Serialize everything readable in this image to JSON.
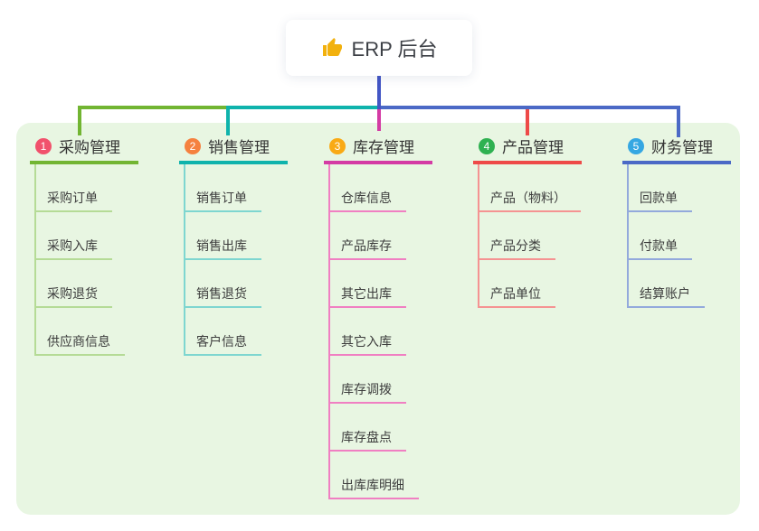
{
  "root": {
    "label": "ERP 后台",
    "icon": "thumbs-up-icon",
    "icon_color": "#f2b10e"
  },
  "colors": {
    "panel_background": "#e8f6e2",
    "root_connector": "#4356c5"
  },
  "branches": [
    {
      "index": "1",
      "label": "采购管理",
      "badge_color": "#f1516c",
      "line_color": "#72b532",
      "light_line_color": "#b5db96",
      "children": [
        "采购订单",
        "采购入库",
        "采购退货",
        "供应商信息"
      ]
    },
    {
      "index": "2",
      "label": "销售管理",
      "badge_color": "#f5813f",
      "line_color": "#0fb3ac",
      "light_line_color": "#7ed6d0",
      "children": [
        "销售订单",
        "销售出库",
        "销售退货",
        "客户信息"
      ]
    },
    {
      "index": "3",
      "label": "库存管理",
      "badge_color": "#f9aa15",
      "line_color": "#d43ba4",
      "light_line_color": "#f07fc2",
      "children": [
        "仓库信息",
        "产品库存",
        "其它出库",
        "其它入库",
        "库存调拨",
        "库存盘点",
        "出库库明细"
      ]
    },
    {
      "index": "4",
      "label": "产品管理",
      "badge_color": "#2fb151",
      "line_color": "#ee4a48",
      "light_line_color": "#f59392",
      "children": [
        "产品（物料）",
        "产品分类",
        "产品单位"
      ]
    },
    {
      "index": "5",
      "label": "财务管理",
      "badge_color": "#35a7e2",
      "line_color": "#4b69c6",
      "light_line_color": "#93a9dc",
      "children": [
        "回款单",
        "付款单",
        "结算账户"
      ]
    }
  ]
}
